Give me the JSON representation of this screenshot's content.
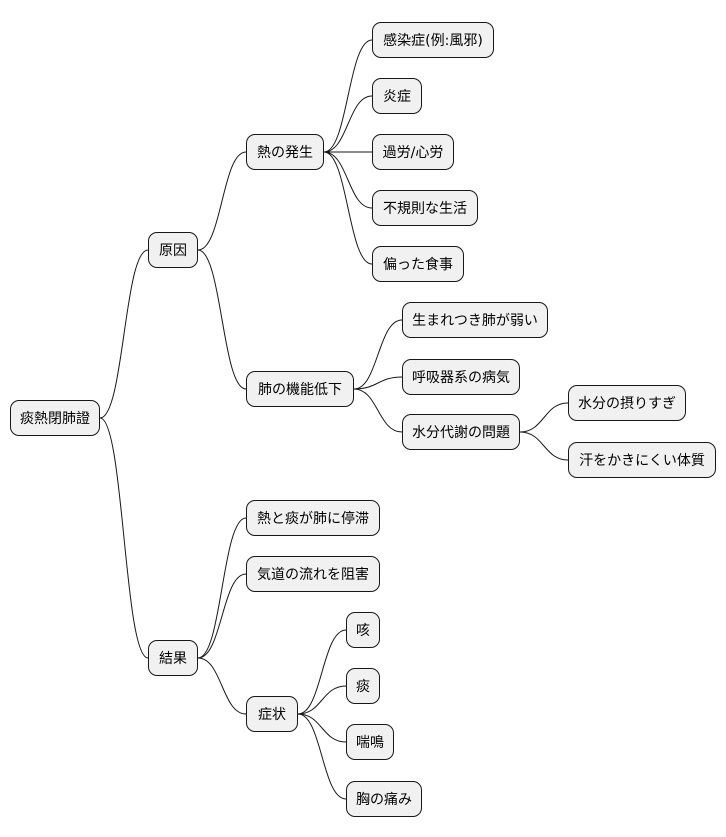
{
  "mindmap": {
    "root": {
      "label": "痰熱閉肺證",
      "children": [
        {
          "label": "原因",
          "children": [
            {
              "label": "熱の発生",
              "children": [
                {
                  "label": "感染症(例:風邪)"
                },
                {
                  "label": "炎症"
                },
                {
                  "label": "過労/心労"
                },
                {
                  "label": "不規則な生活"
                },
                {
                  "label": "偏った食事"
                }
              ]
            },
            {
              "label": "肺の機能低下",
              "children": [
                {
                  "label": "生まれつき肺が弱い"
                },
                {
                  "label": "呼吸器系の病気"
                },
                {
                  "label": "水分代謝の問題",
                  "children": [
                    {
                      "label": "水分の摂りすぎ"
                    },
                    {
                      "label": "汗をかきにくい体質"
                    }
                  ]
                }
              ]
            }
          ]
        },
        {
          "label": "結果",
          "children": [
            {
              "label": "熱と痰が肺に停滞"
            },
            {
              "label": "気道の流れを阻害"
            },
            {
              "label": "症状",
              "children": [
                {
                  "label": "咳"
                },
                {
                  "label": "痰"
                },
                {
                  "label": "喘鳴"
                },
                {
                  "label": "胸の痛み"
                }
              ]
            }
          ]
        }
      ]
    }
  }
}
